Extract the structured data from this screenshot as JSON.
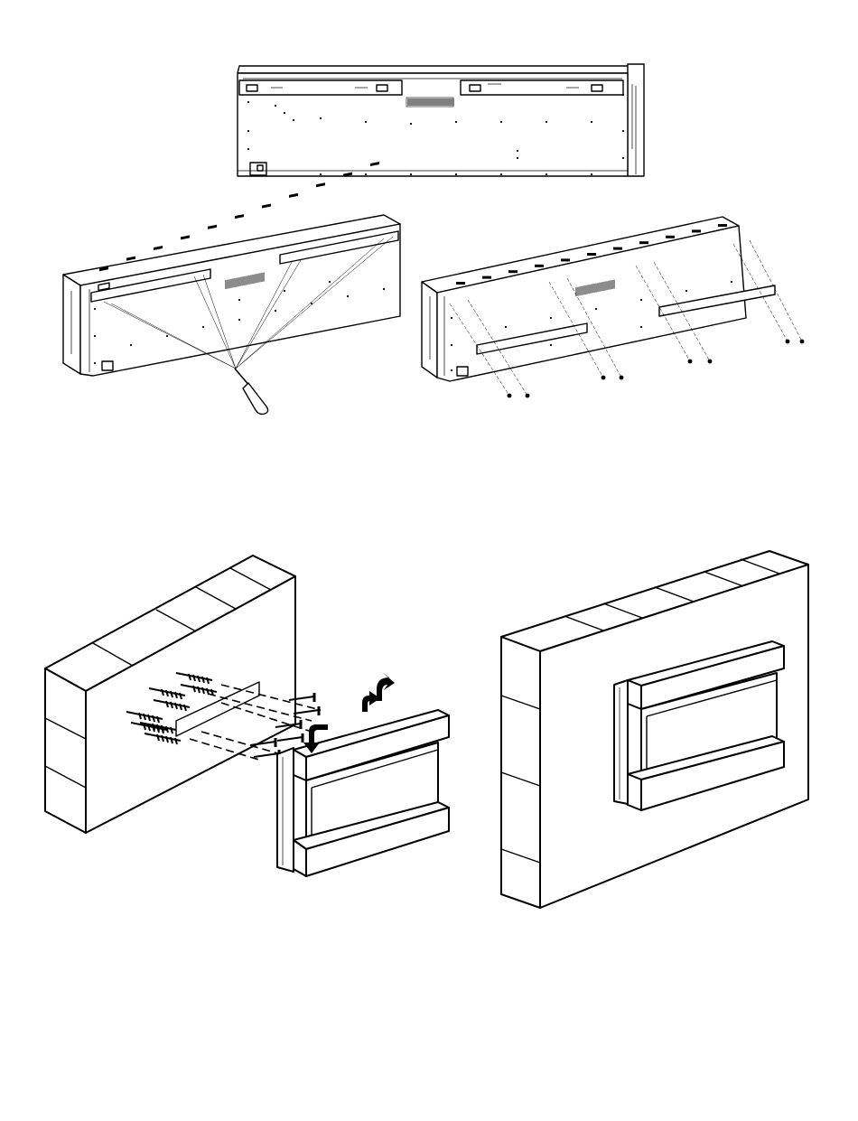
{
  "figures": [
    {
      "id": "fig1",
      "description_name": "unit-rear-view"
    },
    {
      "id": "fig2",
      "description_name": "bracket-removal"
    },
    {
      "id": "fig3",
      "description_name": "bracket-screws"
    },
    {
      "id": "fig4",
      "description_name": "wall-mount-install"
    },
    {
      "id": "fig5",
      "description_name": "wall-mounted-result"
    }
  ],
  "colors": {
    "line": "#000000",
    "background": "#ffffff"
  }
}
